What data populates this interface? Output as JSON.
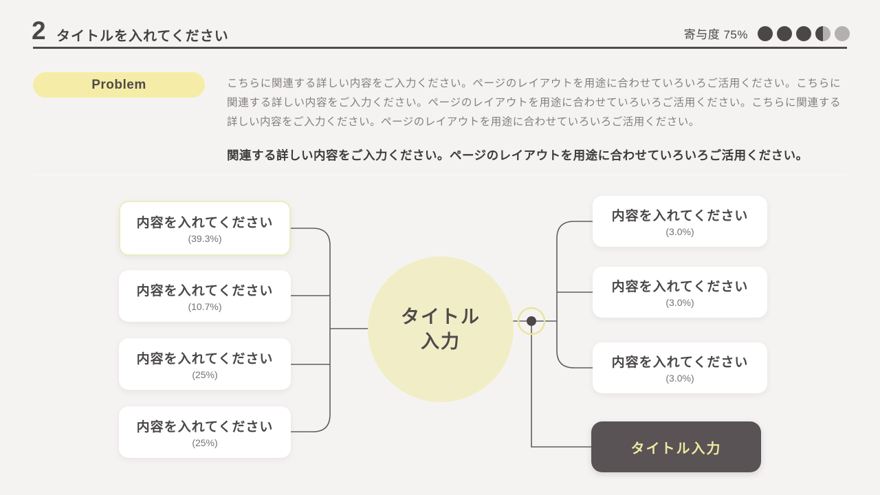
{
  "header": {
    "page_number": "2",
    "title": "タイトルを入れてください",
    "contribution_label": "寄与度 75%",
    "dots": [
      "full",
      "full",
      "full",
      "half",
      "empty"
    ]
  },
  "problem": {
    "label": "Problem"
  },
  "body": {
    "paragraph": "こちらに関連する詳しい内容をご入力ください。ページのレイアウトを用途に合わせていろいろご活用ください。こちらに関連する詳しい内容をご入力ください。ページのレイアウトを用途に合わせていろいろご活用ください。こちらに関連する詳しい内容をご入力ください。ページのレイアウトを用途に合わせていろいろご活用ください。",
    "emphasis": "関連する詳しい内容をご入力ください。ページのレイアウトを用途に合わせていろいろご活用ください。"
  },
  "diagram": {
    "center": {
      "line1": "タイトル",
      "line2": "入力"
    },
    "left_nodes": [
      {
        "label": "内容を入れてください",
        "value": "(39.3%)",
        "highlighted": true
      },
      {
        "label": "内容を入れてください",
        "value": "(10.7%)",
        "highlighted": false
      },
      {
        "label": "内容を入れてください",
        "value": "(25%)",
        "highlighted": false
      },
      {
        "label": "内容を入れてください",
        "value": "(25%)",
        "highlighted": false
      }
    ],
    "right_nodes": [
      {
        "label": "内容を入れてください",
        "value": "(3.0%)"
      },
      {
        "label": "内容を入れてください",
        "value": "(3.0%)"
      },
      {
        "label": "内容を入れてください",
        "value": "(3.0%)"
      }
    ],
    "result_node": {
      "label": "タイトル入力"
    }
  },
  "colors": {
    "background": "#f5f3f2",
    "accent_yellow_pill": "#f5eda7",
    "circle_yellow": "#f1eec7",
    "highlight_border": "#ebedbe",
    "dark_box": "#595355",
    "dark_box_text": "#efe9a4",
    "text_dark": "#4b4747",
    "text_body": "#827e7e",
    "dot_full": "#4b4747",
    "dot_empty": "#b4b0b0",
    "line": "#605d5d"
  }
}
